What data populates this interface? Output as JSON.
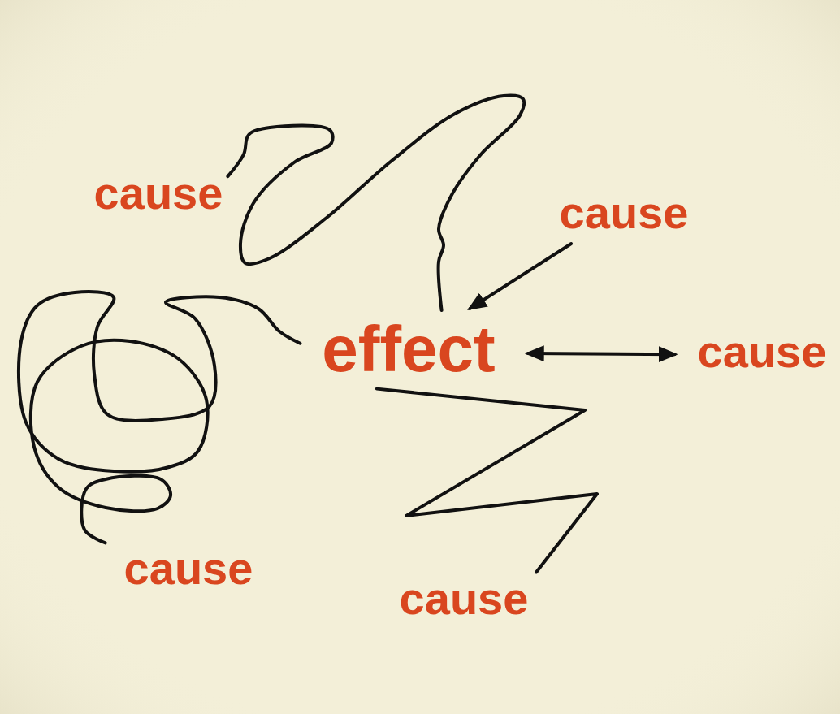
{
  "diagram": {
    "nodes": [
      {
        "text": [
          "cause"
        ]
      },
      {
        "text": [
          "cause"
        ]
      },
      {
        "text": [
          "effect"
        ]
      },
      {
        "text": [
          "cause"
        ]
      },
      {
        "text": [
          "cause"
        ]
      },
      {
        "text": [
          "cause"
        ]
      }
    ],
    "edges": [
      {
        "from": 0,
        "to": 2,
        "arrow": "none"
      },
      {
        "from": 1,
        "to": 2,
        "arrow": "to"
      },
      {
        "from": 2,
        "to": 3,
        "arrow": "both"
      },
      {
        "from": 4,
        "to": 2,
        "arrow": "none"
      },
      {
        "from": 5,
        "to": 2,
        "arrow": "none"
      }
    ]
  }
}
